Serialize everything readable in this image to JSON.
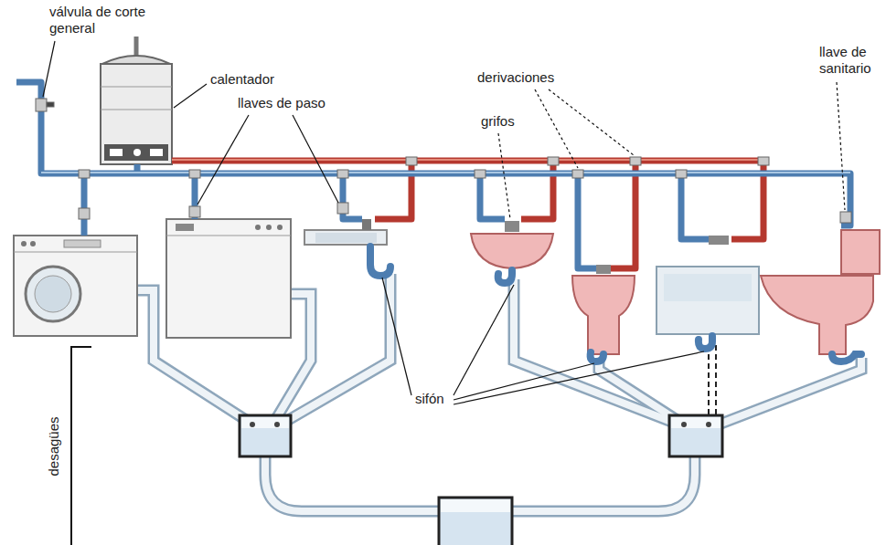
{
  "diagram": {
    "labels": [
      "válvula de corte general",
      "calentador",
      "llaves de paso",
      "grifos",
      "derivaciones",
      "llave de sanitario",
      "sifón",
      "desagües"
    ]
  }
}
